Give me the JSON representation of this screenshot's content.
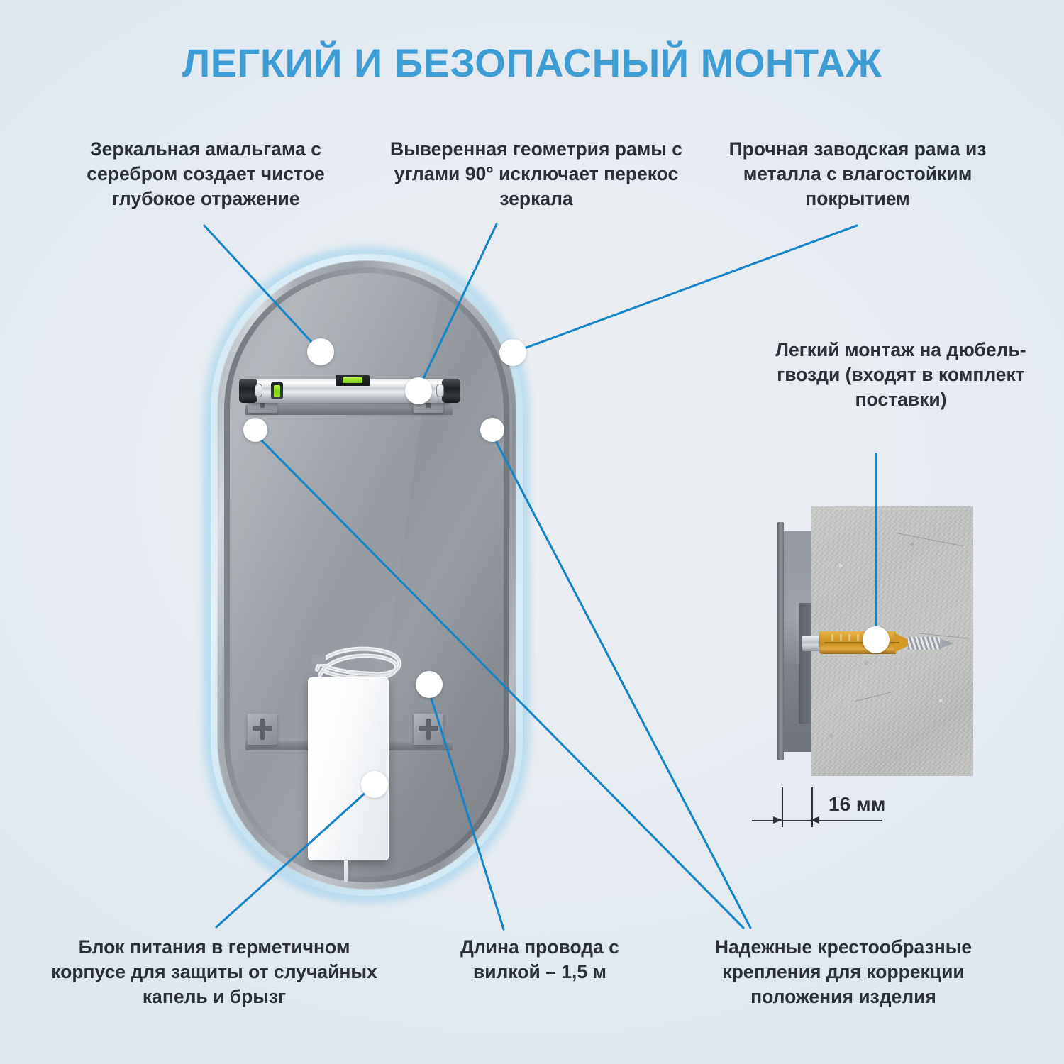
{
  "title": "ЛЕГКИЙ И БЕЗОПАСНЫЙ МОНТАЖ",
  "colors": {
    "title_blue": "#3f9dd6",
    "callout_line_blue": "#1585c8",
    "label_text": "#2b3038",
    "background": "#e7ecf1",
    "dot_fill": "#ffffff",
    "anchor_yellow": "#d99f2b",
    "vial_green": "#7fd113"
  },
  "callouts": [
    {
      "id": "amalgam",
      "text": "Зеркальная амальгама с серебром создает чистое глубокое отражение"
    },
    {
      "id": "geometry",
      "text": "Выверенная геометрия рамы с углами 90° исключает перекос зеркала"
    },
    {
      "id": "frame",
      "text": "Прочная заводская рама из металла с влагостойким покрытием"
    },
    {
      "id": "dowel",
      "text": "Легкий монтаж на дюбель-гвозди (входят в комплект поставки)"
    },
    {
      "id": "psu",
      "text": "Блок питания в герметичном корпусе для защиты от случайных капель и брызг"
    },
    {
      "id": "cable",
      "text": "Длина провода с вилкой – 1,5 м"
    },
    {
      "id": "cross",
      "text": "Надежные крестообразные крепления для коррекции положения изделия"
    }
  ],
  "dimension": {
    "value": "16 мм"
  },
  "icons": {
    "spirit_level": "spirit-level-icon",
    "cross_bracket": "cross-bracket-icon",
    "dowel_anchor": "dowel-anchor-icon",
    "power_supply": "power-supply-icon",
    "cable_coil": "cable-coil-icon",
    "callout_dot": "callout-dot-icon"
  }
}
